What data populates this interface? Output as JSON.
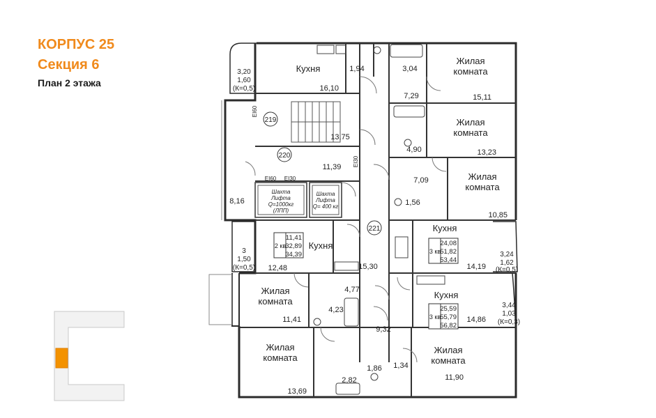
{
  "header": {
    "building": "КОРПУС 25",
    "section": "Секция 6",
    "floor_plan": "План 2 этажа"
  },
  "colors": {
    "accent": "#f08a1c",
    "wall": "#2b2b2b",
    "balcony": "#8a8a8a",
    "highlight": "#f39200"
  },
  "rooms": [
    {
      "label": "Кухня",
      "area": "16,10"
    },
    {
      "label": "Жилая комната",
      "area": "15,11"
    },
    {
      "label": "Жилая комната",
      "area": "13,23"
    },
    {
      "label": "Жилая комната",
      "area": "10,85"
    },
    {
      "label": "Кухня",
      "area": "12,48"
    },
    {
      "label": "Кухня",
      "area": "14,19"
    },
    {
      "label": "Жилая комната",
      "area": "11,41"
    },
    {
      "label": "Кухня",
      "area": "14,86"
    },
    {
      "label": "Жилая комната",
      "area": "13,69"
    },
    {
      "label": "Жилая комната",
      "area": "11,90"
    }
  ],
  "areas": [
    "1,94",
    "3,04",
    "7,29",
    "13,75",
    "11,39",
    "8,16",
    "4,90",
    "7,09",
    "1,56",
    "15,30",
    "4,77",
    "4,23",
    "9,32",
    "1,86",
    "1,34",
    "2,82"
  ],
  "balconies": [
    {
      "area": "3,20",
      "reduced": "1,60",
      "k": "(К=0,5)"
    },
    {
      "area": "3",
      "reduced": "1,50",
      "k": "(К=0,5)"
    },
    {
      "area": "3,24",
      "reduced": "1,62",
      "k": "(К=0,5)"
    },
    {
      "area": "3,44",
      "reduced": "1,03",
      "k": "(К=0,3)"
    }
  ],
  "markers": [
    "219",
    "220",
    "221"
  ],
  "fire_ratings": [
    "EI60",
    "EI60",
    "EI30",
    "EI30"
  ],
  "lifts": [
    {
      "line1": "Шахта",
      "line2": "Лифта",
      "line3": "Q=1000кг",
      "line4": "(ЛПП)"
    },
    {
      "line1": "Шахта",
      "line2": "Лифта",
      "line3": "Q= 400 кг"
    }
  ],
  "apartments": [
    {
      "type": "2 кв",
      "living": "11,41",
      "total": "32,89",
      "with_balcony": "34,39"
    },
    {
      "type": "3 кв",
      "living": "24,08",
      "total": "51,82",
      "with_balcony": "53,44"
    },
    {
      "type": "3 кв",
      "living": "25,59",
      "total": "55,79",
      "with_balcony": "56,82"
    }
  ]
}
